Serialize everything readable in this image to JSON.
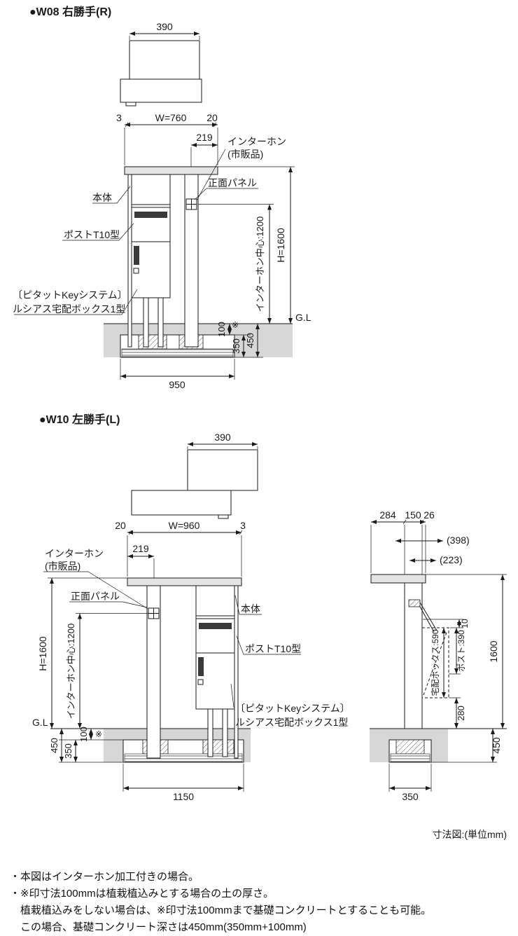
{
  "figure": {
    "caption": "寸法図:(単位mm)"
  },
  "w08": {
    "title": "●W08 右勝手(R)",
    "labels": {
      "interphone_1": "インターホン",
      "interphone_2": "(市販品)",
      "front_panel": "正面パネル",
      "body": "本体",
      "post": "ポストT10型",
      "keysys_1": "〔ピタットKeyシステム〕",
      "keysys_2": "ルシアス宅配ボックス1型",
      "ground_level": "G.L"
    },
    "dims": {
      "cap_width": "390",
      "overhang_left": "3",
      "width": "W=760",
      "overhang_right": "20",
      "interphone_offset": "219",
      "height": "H=1600",
      "interphone_center": "インターホン中心:1200",
      "soil_depth": "100",
      "soil_note_mark": "※",
      "concrete_depth": "350",
      "total_depth": "450",
      "foundation_width": "950"
    }
  },
  "w10": {
    "title": "●W10 左勝手(L)",
    "labels": {
      "interphone_1": "インターホン",
      "interphone_2": "(市販品)",
      "front_panel": "正面パネル",
      "body": "本体",
      "post": "ポストT10型",
      "keysys_1": "〔ピタットKeyシステム〕",
      "keysys_2": "ルシアス宅配ボックス1型",
      "ground_level": "G.L"
    },
    "dims": {
      "cap_width": "390",
      "overhang_left": "20",
      "width": "W=960",
      "overhang_right": "3",
      "interphone_offset": "219",
      "height": "H=1600",
      "interphone_center": "インターホン中心:1200",
      "soil_depth": "100",
      "soil_note_mark": "※",
      "concrete_depth": "350",
      "total_depth": "450",
      "foundation_width": "1150"
    }
  },
  "side": {
    "dims": {
      "top_back": "284",
      "top_post": "150",
      "top_front": "26",
      "cap_depth": "(398)",
      "bracket_depth": "(223)",
      "gap": "10",
      "post_height": "ポスト:390",
      "box_height": "宅配ボックス:590",
      "box_to_ground": "280",
      "height": "1600",
      "foundation_depth": "450",
      "foundation_width": "350"
    }
  },
  "notes": [
    "・本図はインターホン加工付きの場合。",
    "・※印寸法100mmは植栽植込みとする場合の土の厚さ。",
    "　植栽植込みをしない場合は、※印寸法100mmまで基礎コンクリートとすることも可能。",
    "　この場合、基礎コンクリート深さは450mm(350mm+100mm)"
  ],
  "colors": {
    "line": "#1a1a1a",
    "soil": "#d7d7d7"
  }
}
